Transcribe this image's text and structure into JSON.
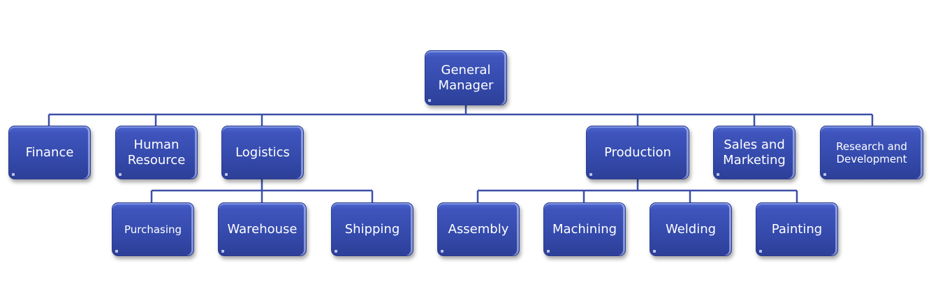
{
  "diagram": {
    "type": "org-chart",
    "root": {
      "id": "general-manager",
      "label": "General\nManager"
    },
    "departments": [
      {
        "id": "finance",
        "label": "Finance",
        "children": []
      },
      {
        "id": "human-resource",
        "label": "Human\nResource",
        "children": []
      },
      {
        "id": "logistics",
        "label": "Logistics",
        "children": [
          {
            "id": "purchasing",
            "label": "Purchasing"
          },
          {
            "id": "warehouse",
            "label": "Warehouse"
          },
          {
            "id": "shipping",
            "label": "Shipping"
          }
        ]
      },
      {
        "id": "production",
        "label": "Production",
        "children": [
          {
            "id": "assembly",
            "label": "Assembly"
          },
          {
            "id": "machining",
            "label": "Machining"
          },
          {
            "id": "welding",
            "label": "Welding"
          },
          {
            "id": "painting",
            "label": "Painting"
          }
        ]
      },
      {
        "id": "sales-and-marketing",
        "label": "Sales and\nMarketing",
        "children": []
      },
      {
        "id": "research-and-development",
        "label": "Research and\nDevelopment",
        "children": []
      }
    ],
    "colors": {
      "node_fill": "#3a50b4",
      "node_text": "#ffffff",
      "connector": "#3c4fa8",
      "background": "#ffffff"
    }
  }
}
